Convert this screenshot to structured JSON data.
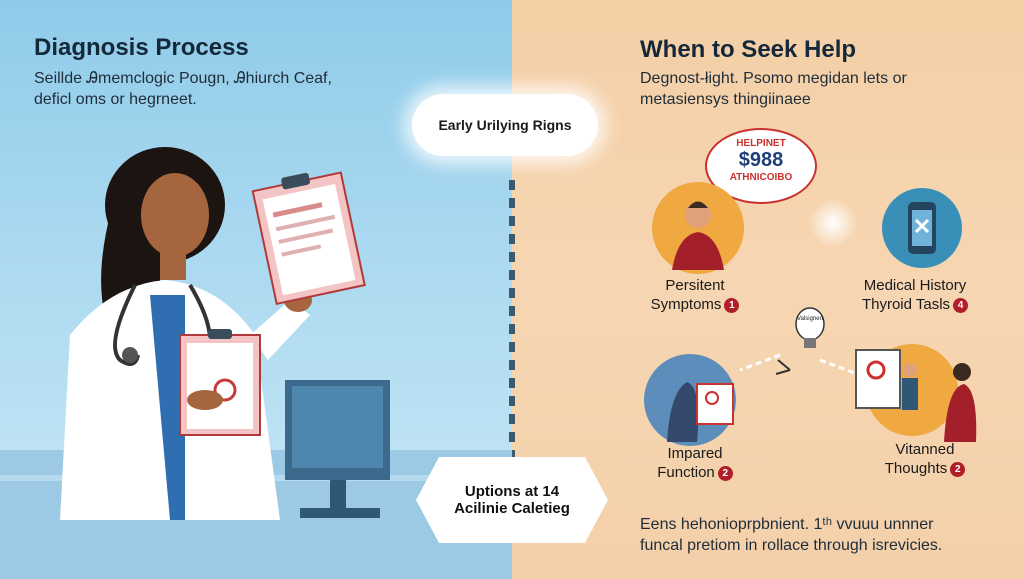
{
  "left": {
    "title": "Diagnosis Process",
    "text_line1": "Seillde Ꭿmemclogic Pougn, Ꭿhiurch Ceaf,",
    "text_line2": "deficl oms or hegrneet.",
    "cloud_label": "Early Urilying Rigns",
    "hex_line1": "Uptions at 14",
    "hex_line2": "Acilinie Caletieg"
  },
  "right": {
    "title": "When to Seek Help",
    "text_line1": "Degnost-łight. Psomo megidan lets or",
    "text_line2": "metasiensys thingiinaee",
    "bubble_top": "HELPINET",
    "bubble_price": "$988",
    "bubble_bottom": "ATHNICOIBO",
    "items": [
      {
        "line1": "Persitent",
        "line2": "Symptoms",
        "num": "1"
      },
      {
        "line1": "Medical History",
        "line2": "Thyroid Tasls",
        "num": "4"
      },
      {
        "line1": "Impared",
        "line2": "Function",
        "num": "2"
      },
      {
        "line1": "Vitanned",
        "line2": "Thoughts",
        "num": "2"
      }
    ],
    "bulb_label": "Valsignen",
    "footer_line1": "Eens hehonioprpbnient. 1ᵗʰ vvuuu unnner",
    "footer_line2": "funcal pretiom in rollace through isrevicies."
  },
  "colors": {
    "left_bg": "#a9d8f0",
    "right_bg": "#f6d6b2",
    "accent_red": "#b01e2a",
    "doctor_coat": "#ffffff",
    "doctor_skin": "#a5653e"
  }
}
